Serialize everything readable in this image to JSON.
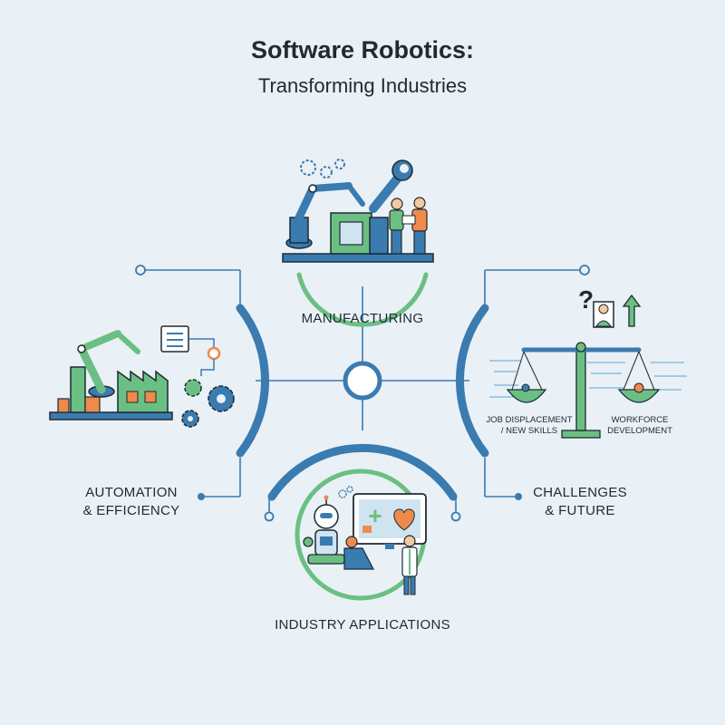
{
  "title": "Software Robotics:",
  "subtitle": "Transforming Industries",
  "sections": {
    "manufacturing": "MANUFACTURING",
    "automation_line1": "AUTOMATION",
    "automation_line2": "& EFFICIENCY",
    "challenges_line1": "CHALLENGES",
    "challenges_line2": "& FUTURE",
    "industry": "INDUSTRY APPLICATIONS"
  },
  "scale_labels": {
    "left_line1": "JOB DISPLACEMENT",
    "left_line2": "/ NEW SKILLS",
    "right_line1": "WORKFORCE",
    "right_line2": "DEVELOPMENT"
  },
  "icons": {
    "question": "?",
    "medical_cross": "+"
  },
  "colors": {
    "background": "#e9f0f6",
    "blue": "#3a7bb0",
    "green": "#6bbf82",
    "orange": "#ee8a4a",
    "navy": "#1f2a33"
  }
}
